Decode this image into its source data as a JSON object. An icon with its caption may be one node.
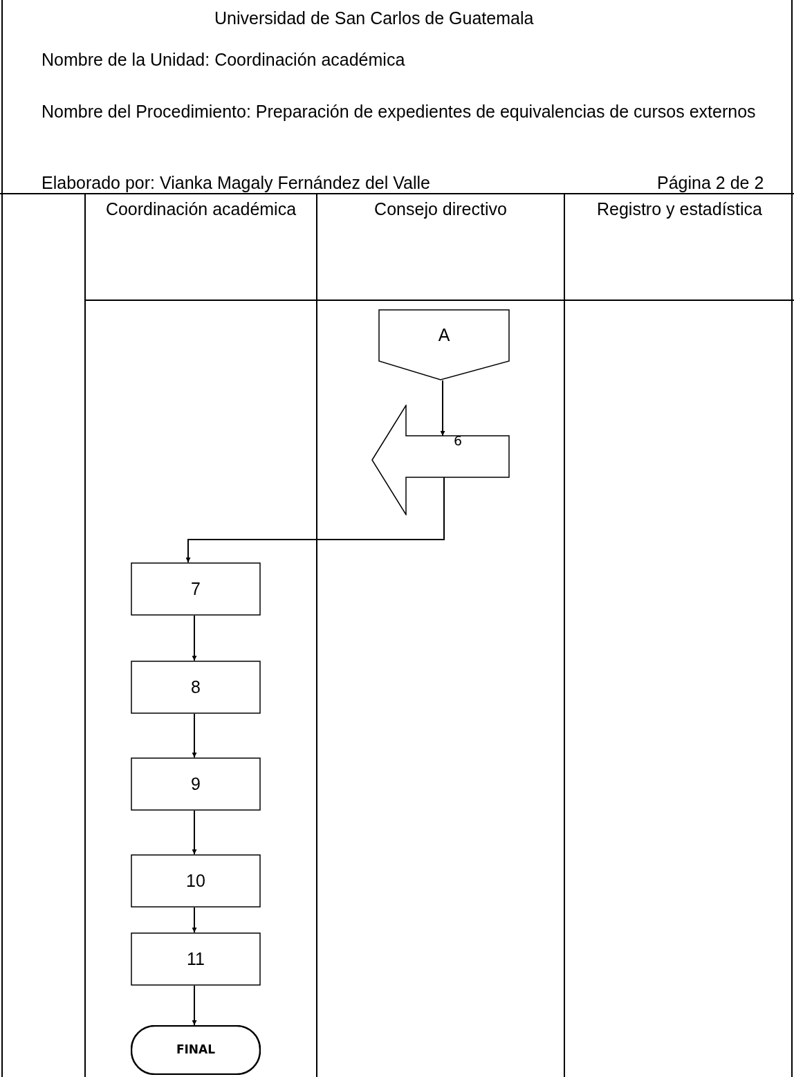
{
  "diagram": {
    "title": "Universidad de San Carlos de Guatemala",
    "nodes": [
      {
        "text": [
          "Coordinación académica"
        ]
      },
      {
        "text": [
          "Consejo directivo"
        ]
      },
      {
        "text": [
          "Registro y estadística"
        ]
      },
      {
        "text": [
          "A"
        ],
        "in": 1
      },
      {
        "text": [
          "6"
        ],
        "in": 1
      },
      {
        "text": [
          "7"
        ],
        "in": 0
      },
      {
        "text": [
          "8"
        ],
        "in": 0
      },
      {
        "text": [
          "9"
        ],
        "in": 0
      },
      {
        "text": [
          "10"
        ],
        "in": 0
      },
      {
        "text": [
          "11"
        ],
        "in": 0
      },
      {
        "text": [
          "FINAL"
        ],
        "in": 0
      }
    ],
    "edges": [
      {
        "from": 3,
        "to": 4,
        "arrow": "to"
      },
      {
        "from": 4,
        "to": 5,
        "arrow": "to"
      },
      {
        "from": 5,
        "to": 6,
        "arrow": "to"
      },
      {
        "from": 6,
        "to": 7,
        "arrow": "to"
      },
      {
        "from": 7,
        "to": 8,
        "arrow": "to"
      },
      {
        "from": 8,
        "to": 9,
        "arrow": "to"
      },
      {
        "from": 9,
        "to": 10,
        "arrow": "to"
      }
    ],
    "labels": [
      "Nombre de la Unidad: Coordinación académica",
      "Nombre del Procedimiento: Preparación de expedientes de equivalencias de cursos externos",
      "Elaborado por: Vianka Magaly Fernández del Valle",
      "Página 2 de 2"
    ]
  }
}
